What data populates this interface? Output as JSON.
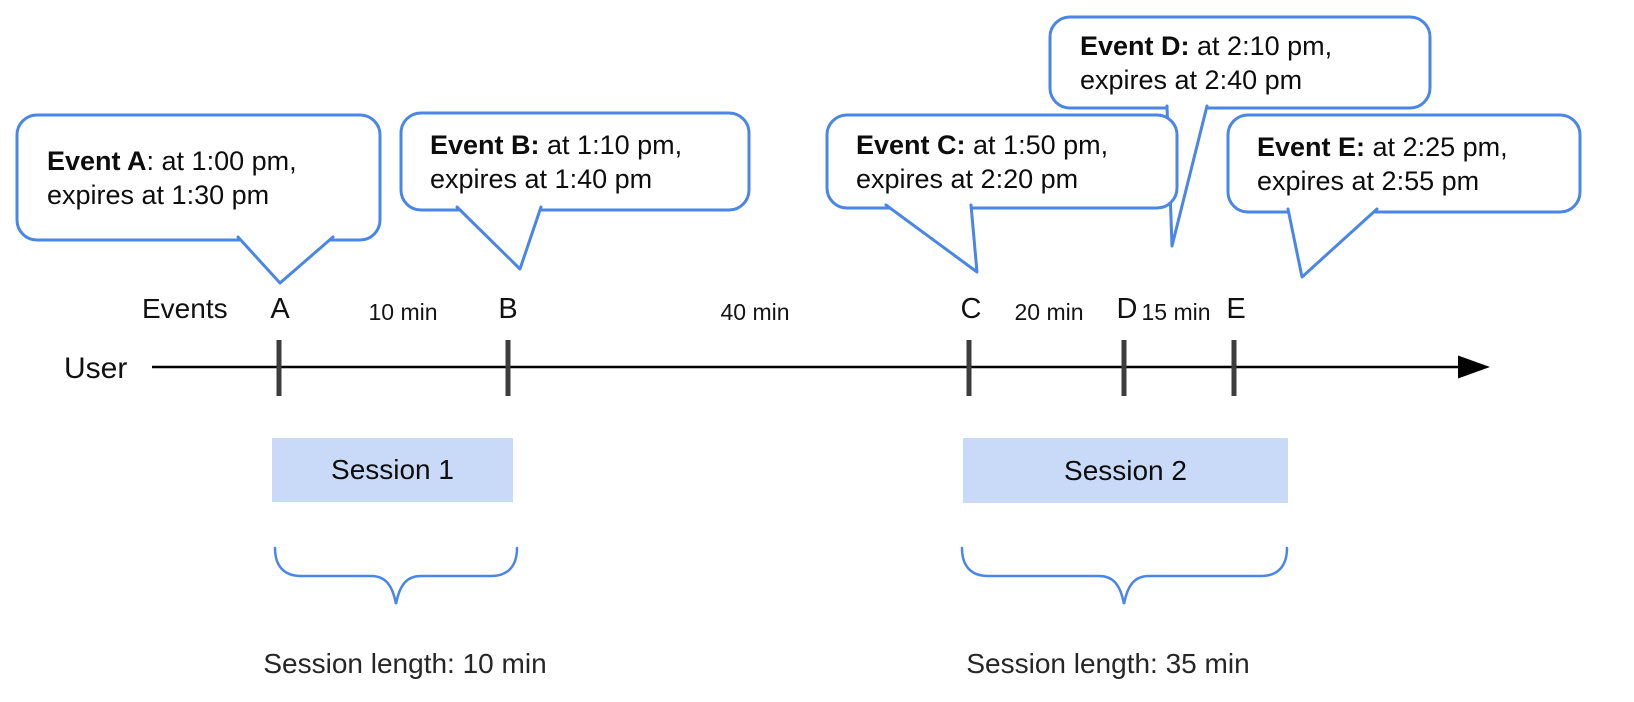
{
  "bubbles": [
    {
      "bold": "Event A",
      "rest": ": at 1:00 pm,",
      "line2": "expires at 1:30 pm"
    },
    {
      "bold": "Event B:",
      "rest": " at 1:10 pm,",
      "line2": "expires at 1:40 pm"
    },
    {
      "bold": "Event C:",
      "rest": " at 1:50 pm,",
      "line2": "expires at 2:20 pm"
    },
    {
      "bold": "Event D:",
      "rest": " at 2:10 pm,",
      "line2": "expires at 2:40 pm"
    },
    {
      "bold": "Event E:",
      "rest": " at 2:25 pm,",
      "line2": "expires at 2:55 pm"
    }
  ],
  "timeline": {
    "events_label": "Events",
    "axis_label": "User",
    "markers": [
      "A",
      "B",
      "C",
      "D",
      "E"
    ],
    "intervals": [
      "10 min",
      "40 min",
      "20 min",
      "15 min"
    ]
  },
  "sessions": [
    {
      "label": "Session 1",
      "length_label": "Session length: 10 min"
    },
    {
      "label": "Session 2",
      "length_label": "Session length: 35 min"
    }
  ],
  "colors": {
    "bubble_stroke": "#4a86e8",
    "session_fill": "#c9daf8",
    "tick": "#3d3d3d",
    "axis": "#000000"
  }
}
